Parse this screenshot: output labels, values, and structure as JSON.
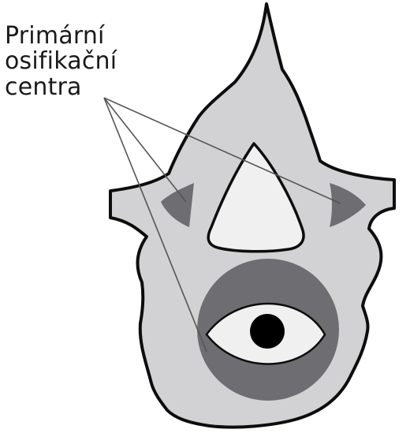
{
  "label": {
    "lines": [
      "Primární",
      "osifikační",
      "centra"
    ]
  },
  "colors": {
    "bone": "#d2d2d4",
    "ossification_center": "#6e6e72",
    "foramen": "#f0f0f0",
    "outline": "#0d0d0d",
    "pointer_line": "#555555",
    "notochord_dot": "#000000"
  }
}
